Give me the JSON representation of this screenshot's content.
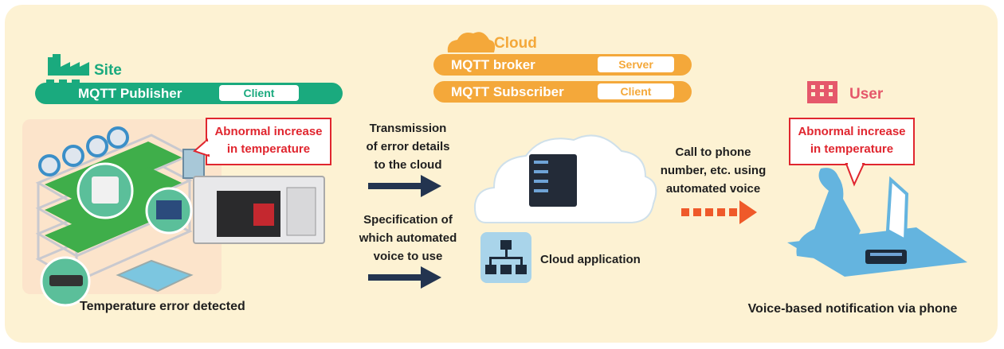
{
  "site": {
    "title": "Site",
    "role": "MQTT Publisher",
    "tag": "Client"
  },
  "cloud": {
    "title": "Cloud",
    "broker": "MQTT broker",
    "broker_tag": "Server",
    "subscriber": "MQTT Subscriber",
    "subscriber_tag": "Client"
  },
  "user": {
    "title": "User"
  },
  "alerts": {
    "site_line1": "Abnormal increase",
    "site_line2": "in temperature",
    "user_line1": "Abnormal increase",
    "user_line2": "in temperature"
  },
  "flows": {
    "transmission": [
      "Transmission",
      "of error details",
      "to the cloud"
    ],
    "specification": [
      "Specification of",
      "which automated",
      "voice to use"
    ],
    "call": [
      "Call to phone",
      "number, etc. using",
      "automated voice"
    ]
  },
  "cloud_app_label": "Cloud application",
  "captions": {
    "site": "Temperature error detected",
    "user": "Voice-based notification via phone"
  },
  "colors": {
    "site": "#1aaa7e",
    "cloud": "#f4a83a",
    "user": "#e5586b",
    "alert": "#e0262f",
    "arrow": "#233450",
    "voice_arrow": "#ef5a2a",
    "panel": "#fdf2d3"
  },
  "icons": [
    "factory-icon",
    "cloud-icon",
    "building-icon",
    "network-icon",
    "server-icon"
  ]
}
